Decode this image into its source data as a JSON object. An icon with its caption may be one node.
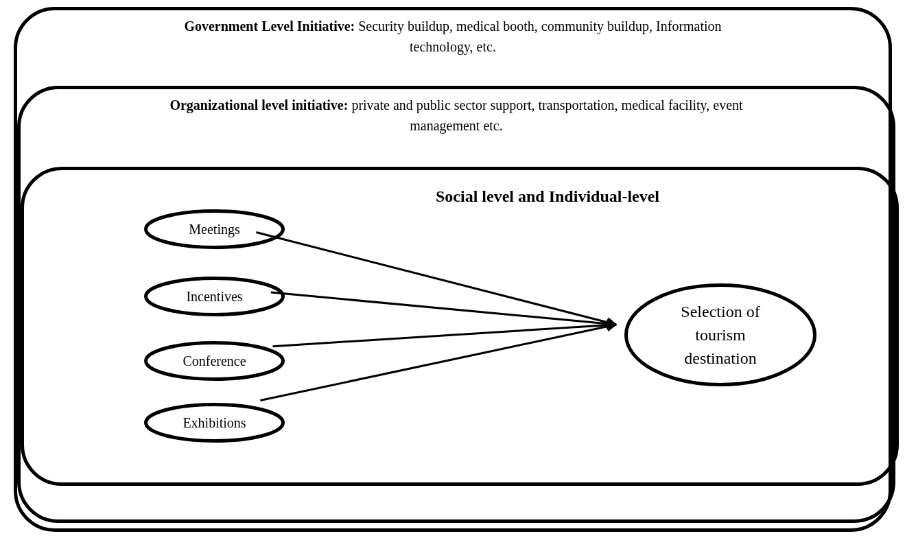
{
  "diagram": {
    "nodes": [
      {
        "text": [
          "**Government Level Initiative:** Security buildup, medical booth, community buildup, Information technology, etc."
        ]
      },
      {
        "text": [
          "**Organizational level initiative:** private and public sector support, transportation, medical facility, event management etc."
        ],
        "in": 0
      },
      {
        "text": [
          "Social level and Individual-level"
        ],
        "in": 1
      },
      {
        "text": [
          "Meetings"
        ],
        "in": 2
      },
      {
        "text": [
          "Incentives"
        ],
        "in": 2
      },
      {
        "text": [
          "Conference"
        ],
        "in": 2
      },
      {
        "text": [
          "Exhibitions"
        ],
        "in": 2
      },
      {
        "text": [
          "Selection of tourism destination"
        ],
        "in": 2
      }
    ],
    "edges": [
      {
        "from": 3,
        "to": 7,
        "arrow": "to"
      },
      {
        "from": 4,
        "to": 7,
        "arrow": "to"
      },
      {
        "from": 5,
        "to": 7,
        "arrow": "to"
      },
      {
        "from": 6,
        "to": 7,
        "arrow": "to"
      }
    ]
  }
}
